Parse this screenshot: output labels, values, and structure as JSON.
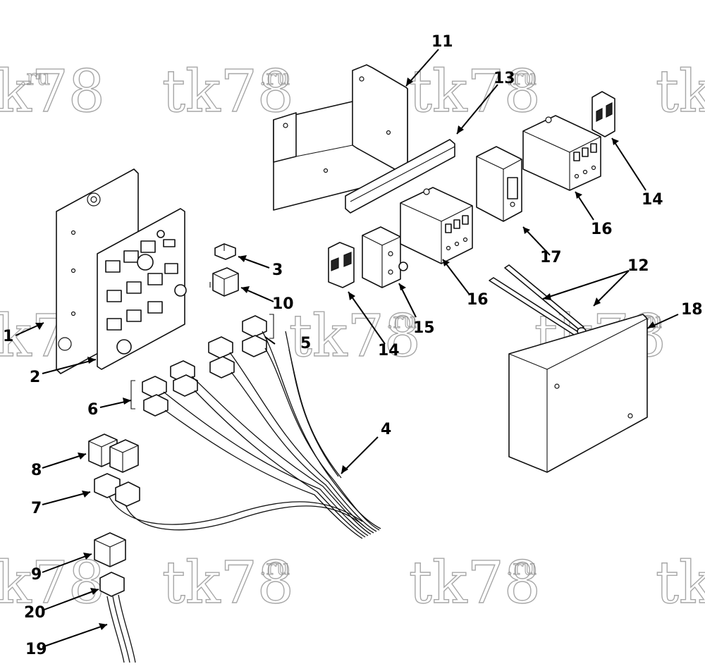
{
  "diagram": {
    "callouts": [
      {
        "id": "1",
        "label": "1"
      },
      {
        "id": "2",
        "label": "2"
      },
      {
        "id": "3",
        "label": "3"
      },
      {
        "id": "4",
        "label": "4"
      },
      {
        "id": "5",
        "label": "5"
      },
      {
        "id": "6",
        "label": "6"
      },
      {
        "id": "7",
        "label": "7"
      },
      {
        "id": "8",
        "label": "8"
      },
      {
        "id": "9",
        "label": "9"
      },
      {
        "id": "10",
        "label": "10"
      },
      {
        "id": "11",
        "label": "11"
      },
      {
        "id": "12",
        "label": "12"
      },
      {
        "id": "13",
        "label": "13"
      },
      {
        "id": "14a",
        "label": "14"
      },
      {
        "id": "14b",
        "label": "14"
      },
      {
        "id": "15",
        "label": "15"
      },
      {
        "id": "16a",
        "label": "16"
      },
      {
        "id": "16b",
        "label": "16"
      },
      {
        "id": "17",
        "label": "17"
      },
      {
        "id": "18",
        "label": "18"
      },
      {
        "id": "19",
        "label": "19"
      },
      {
        "id": "20",
        "label": "20"
      }
    ],
    "watermark": {
      "main": "tk78",
      "sup": ".ru"
    }
  }
}
